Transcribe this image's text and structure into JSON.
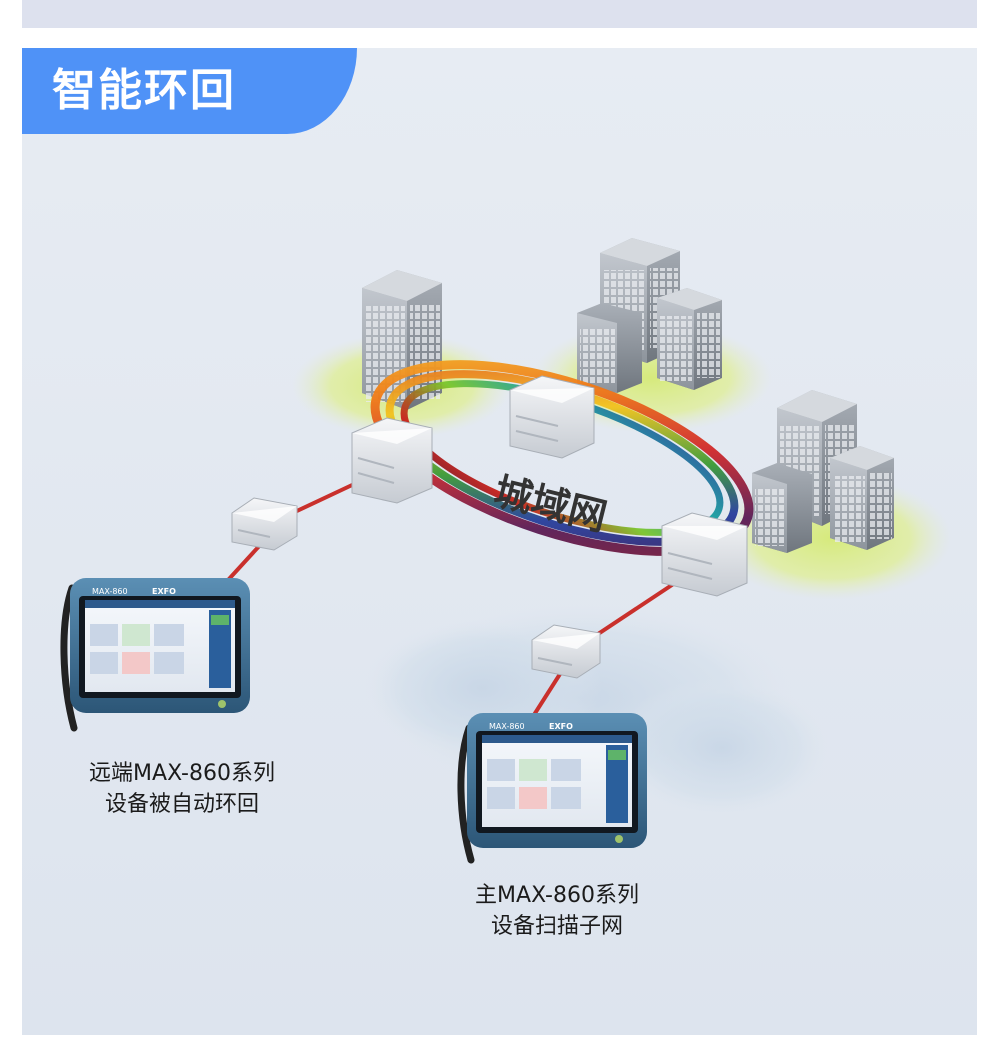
{
  "title": "智能环回",
  "network_label": "城域网",
  "devices": {
    "remote": {
      "brand": "EXFO",
      "model": "MAX-860",
      "caption_line1": "远端MAX-860系列",
      "caption_line2": "设备被自动环回"
    },
    "main": {
      "brand": "EXFO",
      "model": "MAX-860",
      "caption_line1": "主MAX-860系列",
      "caption_line2": "设备扫描子网"
    }
  },
  "colors": {
    "title_bg": "#4f92f7",
    "link": "#c9302c",
    "panel_bg": "#e2e8f0",
    "green_pad": "#d9ec8a"
  }
}
